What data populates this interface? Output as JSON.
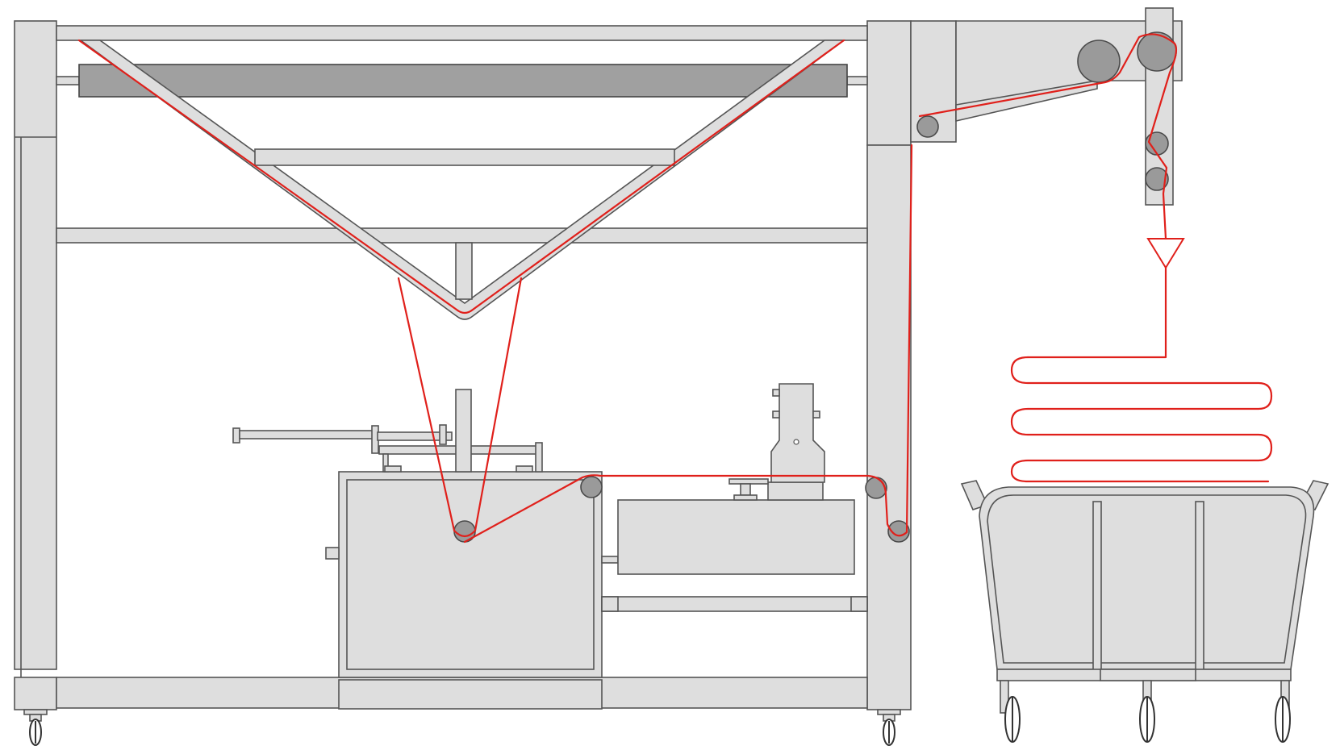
{
  "colors": {
    "frame_fill": "#dedede",
    "frame_stroke": "#555555",
    "roller_fill": "#9a9a9a",
    "beam_fill": "#a0a0a0",
    "fabric_path": "#e0201b",
    "background": "#ffffff"
  },
  "components": [
    {
      "id": "main-gantry-frame",
      "kind": "frame"
    },
    {
      "id": "top-beam-roller",
      "kind": "roller"
    },
    {
      "id": "v-truss",
      "kind": "truss"
    },
    {
      "id": "scray-box",
      "kind": "enclosure"
    },
    {
      "id": "drive-unit",
      "kind": "motor"
    },
    {
      "id": "side-arm",
      "kind": "boom"
    },
    {
      "id": "drop-head",
      "kind": "plaiter"
    },
    {
      "id": "fabric-cart",
      "kind": "trolley"
    },
    {
      "id": "fabric-path",
      "kind": "flow-line"
    },
    {
      "id": "folded-fabric",
      "kind": "flow-line"
    }
  ],
  "texts": []
}
